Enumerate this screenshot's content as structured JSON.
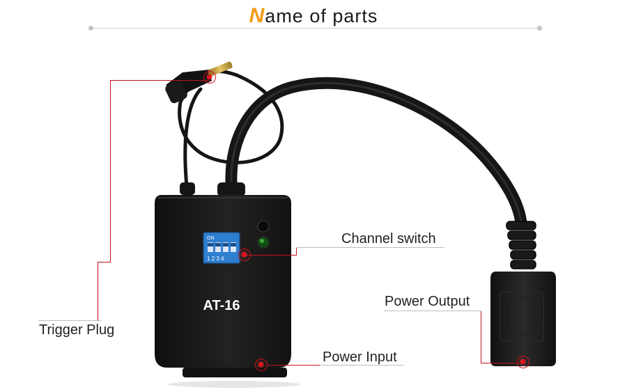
{
  "title": {
    "first_letter": "N",
    "rest": "ame of parts"
  },
  "parts": {
    "trigger_plug": "Trigger Plug",
    "channel_switch": "Channel switch",
    "power_output": "Power Output",
    "power_input": "Power Input"
  },
  "device": {
    "model": "AT-16",
    "dip_header": "ON",
    "dip_numbers": "1 2 3 4"
  },
  "colors": {
    "accent": "#f39a14",
    "callout": "#c0141c",
    "device_body": "#1b1b1b",
    "dip_panel": "#2f7fd0"
  }
}
